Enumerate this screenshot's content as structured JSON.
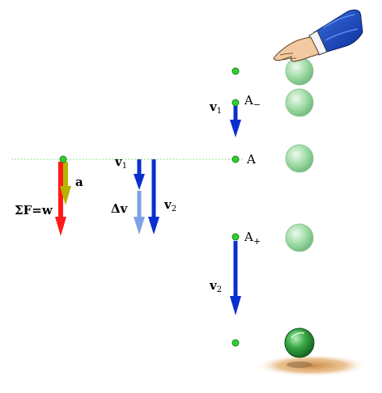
{
  "labels": {
    "a": "a",
    "net_force": "ΣF=w",
    "v1_mid": "v",
    "v1_mid_sub": "1",
    "delta_v": "Δv",
    "v2_mid": "v",
    "v2_mid_sub": "2",
    "v1_right": "v",
    "v1_right_sub": "1",
    "v2_right": "v",
    "v2_right_sub": "2",
    "point_a_minus": "A",
    "point_a_minus_sign": "−",
    "point_a": "A",
    "point_a_plus": "A",
    "point_a_plus_sign": "+"
  },
  "colors": {
    "force_arrow": "#ff1a1a",
    "acceleration_arrow": "#b7b300",
    "velocity_arrow": "#0a2fd0",
    "delta_v_arrow": "#7f9fe8",
    "point_fill": "#2ed12e",
    "reference_line": "#8ce08c",
    "ball_light": "#9fe0a6",
    "ball_dark": "#1f7f2f",
    "shadow": "#e0a86a"
  },
  "icons": [
    "hand-icon",
    "ball-icon"
  ]
}
